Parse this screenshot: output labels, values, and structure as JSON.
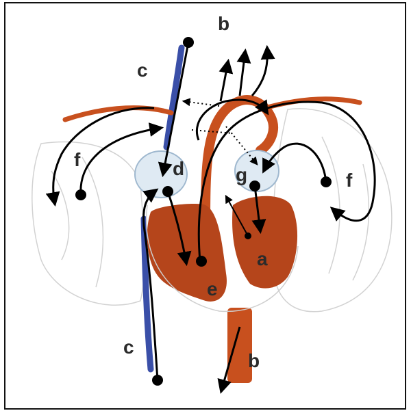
{
  "diagram": {
    "labels": {
      "a": "a",
      "b": "b",
      "c": "c",
      "d": "d",
      "e": "e",
      "f": "f",
      "g": "g"
    },
    "colors": {
      "frame": "#111111",
      "artery": "#c8501e",
      "muscle": "#b5451b",
      "vein": "#3a4fa8",
      "lung_outline": "#cfcfcf",
      "chamber_fill": "#dfeaf3",
      "arrow": "#000000"
    }
  }
}
